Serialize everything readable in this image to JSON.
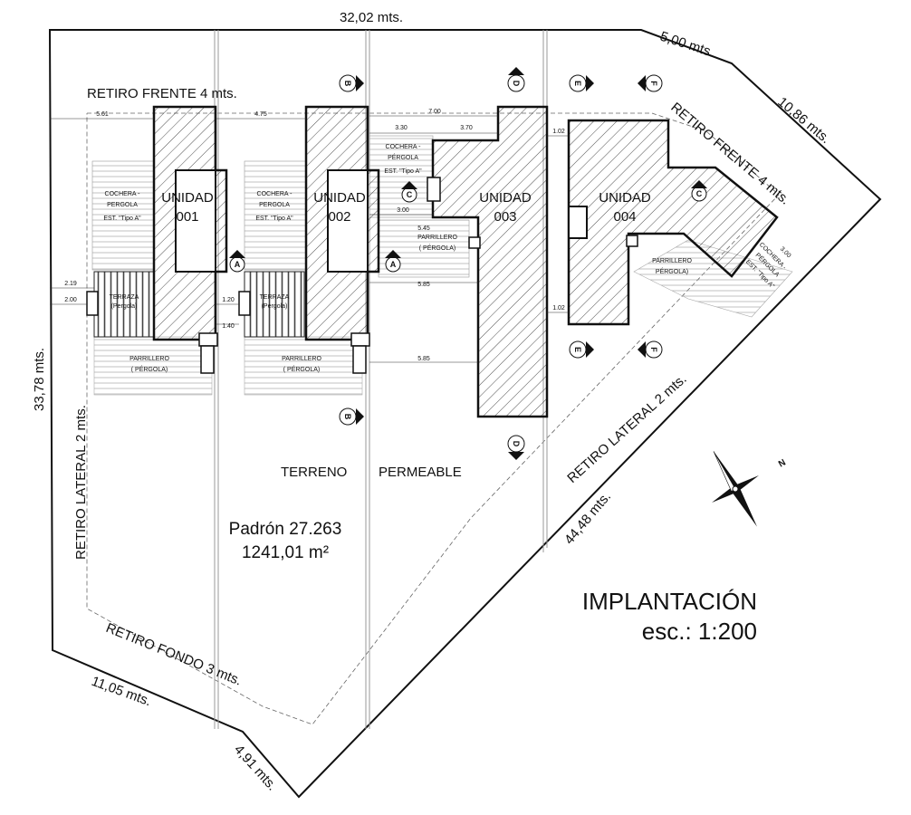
{
  "plan": {
    "top_dimension": "32,02 mts.",
    "top_right_dimension": "5,00 mts.",
    "right_top_dimension": "10,86 mts.",
    "left_dimension": "33,78 mts.",
    "diagonal_dimension": "44,48 mts.",
    "bottom_left_dimension": "11,05 mts.",
    "bottom_dimension": "4,91 mts.",
    "setback_front": "RETIRO FRENTE  4 mts.",
    "setback_front_diagonal": "RETIRO FRENTE 4 mts.",
    "setback_side_left": "RETIRO LATERAL 2 mts.",
    "setback_side_right": "RETIRO LATERAL 2 mts.",
    "setback_back": "RETIRO FONDO 3 mts.",
    "terrain_word1": "TERRENO",
    "terrain_word2": "PERMEABLE",
    "parcel_id": "Padrón 27.263",
    "parcel_area": "1241,01 m²",
    "title": "IMPLANTACIÓN",
    "scale": "esc.: 1:200"
  },
  "units": [
    {
      "label": "UNIDAD",
      "number": "001"
    },
    {
      "label": "UNIDAD",
      "number": "002"
    },
    {
      "label": "UNIDAD",
      "number": "003"
    },
    {
      "label": "UNIDAD",
      "number": "004"
    }
  ],
  "annotations": {
    "cochera1": "COCHERA -",
    "pergola1": "PERGOLA",
    "est1": "EST. \"Tipo A\"",
    "cochera2": "COCHERA -",
    "pergola2": "PERGOLA",
    "est2": "EST. \"Tipo A\"",
    "cochera3": "COCHERA -",
    "pergola3": "PÉRGOLA",
    "est3": "EST. \"Tipo A\"",
    "cochera4": "COCHERA -",
    "pergola4": "PÉRGOLA",
    "est4": "EST. \"Tipo A\"",
    "terraza1": "TERRAZA",
    "terraza1b": "(Pergola)",
    "terraza2": "TERRAZA",
    "terraza2b": "(Pergola)",
    "parrillero1": "PARRILLERO",
    "parrillero1b": "( PÉRGOLA)",
    "parrillero2": "PARRILLERO",
    "parrillero2b": "( PÉRGOLA)",
    "parrillero3": "PARRILLERO",
    "parrillero3b": "( PÉRGOLA)",
    "parrillero4": "PARRILLERO",
    "parrillero4b": "PÉRGOLA)"
  },
  "measures": {
    "m561": "5.61",
    "m475": "4.75",
    "m700": "7.00",
    "m330": "3.30",
    "m370": "3.70",
    "m102a": "1.02",
    "m102b": "1.02",
    "m300": "3.00",
    "m545": "5.45",
    "m585a": "5.85",
    "m585b": "5.85",
    "m219": "2.19",
    "m200": "2.00",
    "m120": "1.20",
    "m140": "1.40",
    "m300r": "3.00"
  },
  "section_marks": [
    {
      "letter": "B"
    },
    {
      "letter": "D"
    },
    {
      "letter": "E"
    },
    {
      "letter": "F"
    },
    {
      "letter": "A"
    },
    {
      "letter": "A"
    },
    {
      "letter": "C"
    },
    {
      "letter": "C"
    },
    {
      "letter": "B"
    },
    {
      "letter": "D"
    },
    {
      "letter": "E"
    },
    {
      "letter": "F"
    }
  ],
  "compass": {
    "north_letter": "N"
  }
}
